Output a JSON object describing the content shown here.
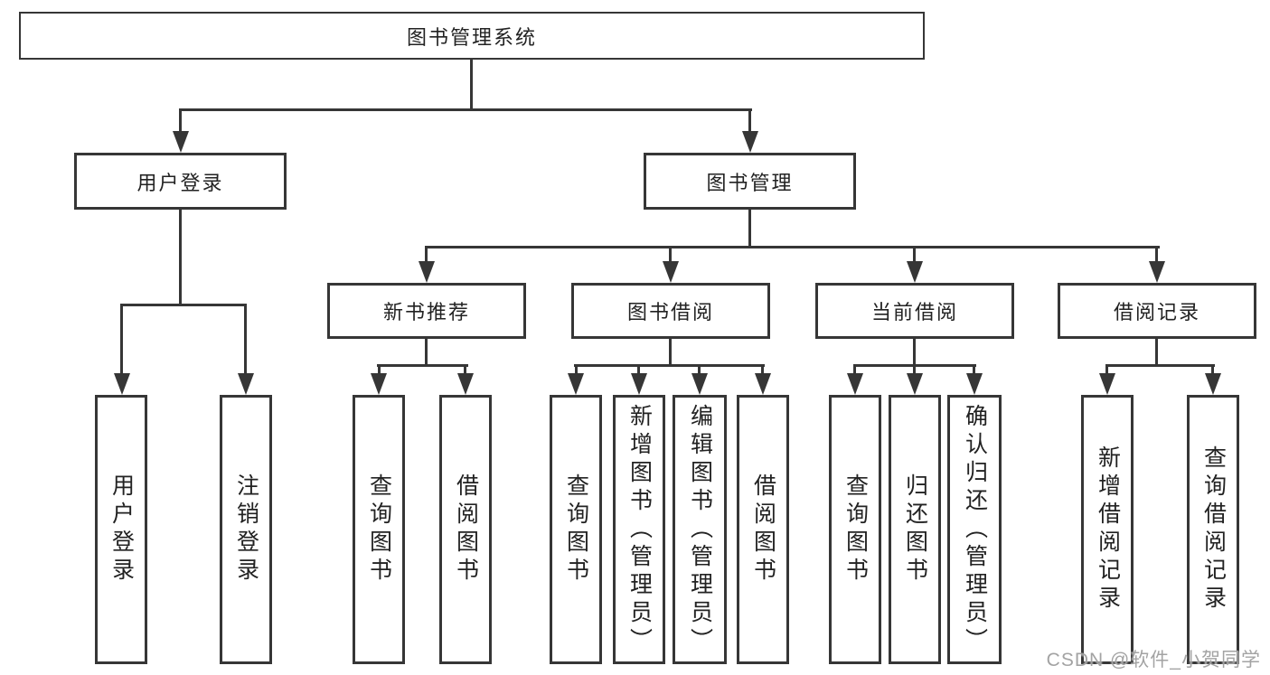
{
  "diagram_title": "图书管理系统",
  "tree": {
    "label": "图书管理系统",
    "children": [
      {
        "label": "用户登录",
        "children": [
          {
            "label": "用户登录"
          },
          {
            "label": "注销登录"
          }
        ]
      },
      {
        "label": "图书管理",
        "children": [
          {
            "label": "新书推荐",
            "children": [
              {
                "label": "查询图书"
              },
              {
                "label": "借阅图书"
              }
            ]
          },
          {
            "label": "图书借阅",
            "children": [
              {
                "label": "查询图书"
              },
              {
                "label": "新增图书（管理员）"
              },
              {
                "label": "编辑图书（管理员）"
              },
              {
                "label": "借阅图书"
              }
            ]
          },
          {
            "label": "当前借阅",
            "children": [
              {
                "label": "查询图书"
              },
              {
                "label": "归还图书"
              },
              {
                "label": "确认归还（管理员）"
              }
            ]
          },
          {
            "label": "借阅记录",
            "children": [
              {
                "label": "新增借阅记录"
              },
              {
                "label": "查询借阅记录"
              }
            ]
          }
        ]
      }
    ]
  },
  "watermark": {
    "text": "CSDN @软件_小贺同学",
    "color": "#9e9e9e"
  },
  "colors": {
    "line": "#363636",
    "box_border": "#363636",
    "text": "#222222",
    "background": "#ffffff"
  }
}
